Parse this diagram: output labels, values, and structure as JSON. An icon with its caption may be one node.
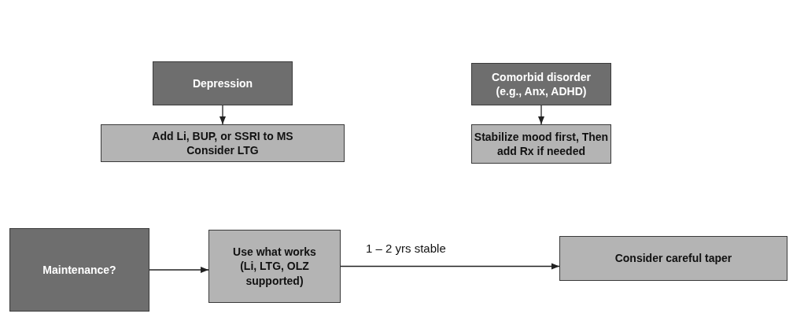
{
  "diagram": {
    "nodes": [
      {
        "text": [
          "Depression"
        ]
      },
      {
        "text": [
          "Add Li, BUP, or SSRI to MS Consider LTG"
        ]
      },
      {
        "text": [
          "Comorbid disorder (e.g., Anx, ADHD)"
        ]
      },
      {
        "text": [
          "Stabilize mood first, Then add Rx if needed"
        ]
      },
      {
        "text": [
          "Maintenance?"
        ]
      },
      {
        "text": [
          "Use what works (Li, LTG, OLZ supported)"
        ]
      },
      {
        "text": [
          "Consider careful taper"
        ]
      }
    ],
    "edges": [
      {
        "from": 0,
        "to": 1,
        "arrow": "to"
      },
      {
        "from": 2,
        "to": 3,
        "arrow": "to"
      },
      {
        "from": 4,
        "to": 5,
        "arrow": "to"
      },
      {
        "from": 5,
        "to": 6,
        "arrow": "to",
        "label": "1 – 2 yrs stable"
      }
    ]
  }
}
